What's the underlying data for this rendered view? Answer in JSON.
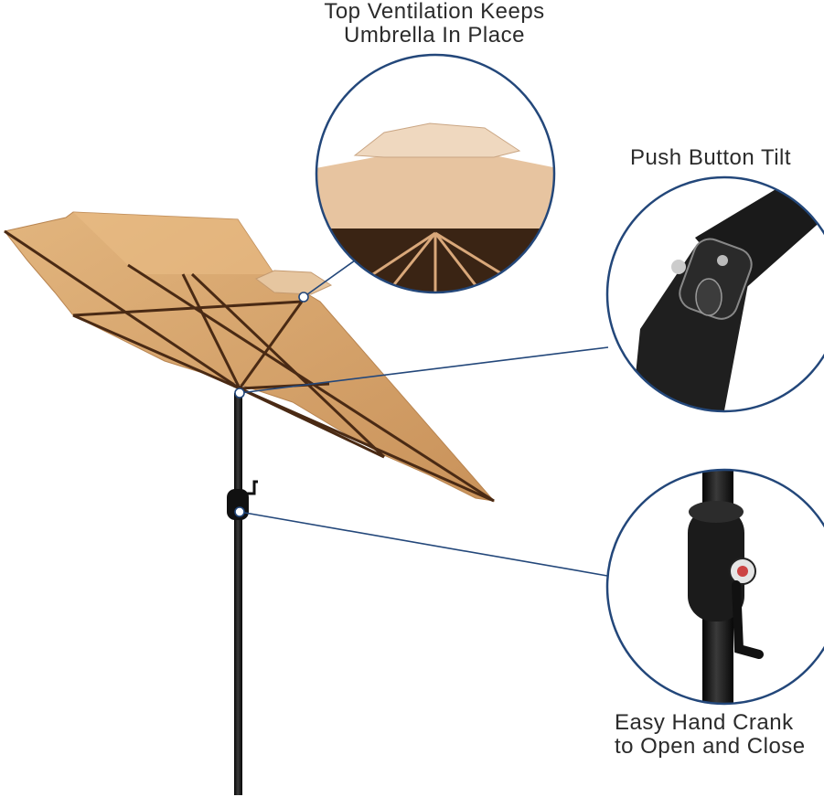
{
  "callouts": {
    "ventilation": {
      "line1": "Top Ventilation Keeps",
      "line2": "Umbrella In Place",
      "icon": "vent-detail"
    },
    "tilt": {
      "line1": "Push Button Tilt",
      "icon": "tilt-joint-detail"
    },
    "crank": {
      "line1": "Easy Hand Crank",
      "line2": "to Open and Close",
      "icon": "crank-detail"
    }
  },
  "colors": {
    "canopy": "#d9a86d",
    "canopy_light": "#e8c9a1",
    "rib": "#4a2a14",
    "pole": "#1c1c1c",
    "callout_line": "#23477a"
  }
}
